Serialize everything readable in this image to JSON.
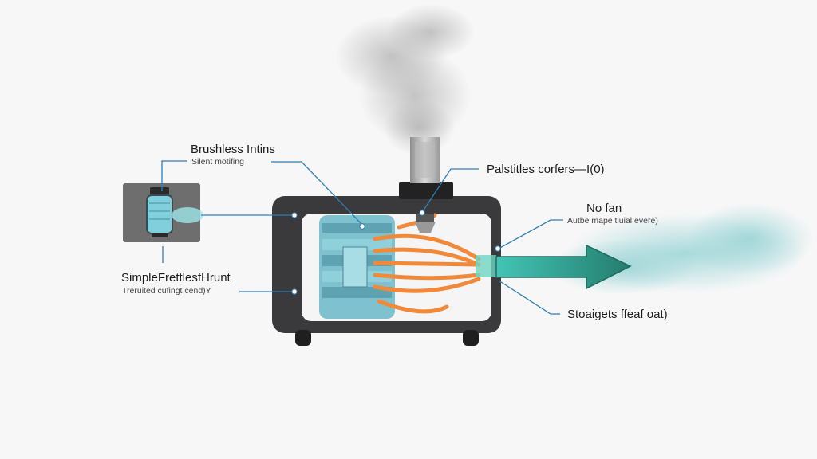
{
  "labels": {
    "brushless": {
      "title": "Brushless Intins",
      "subtitle": "Silent motifing"
    },
    "simple": {
      "title": "SimpleFrettlesfHrunt",
      "subtitle": "Treruited cufingt cend)Y"
    },
    "particles": {
      "title": "Palstitles corfers—I(0)"
    },
    "no_fan": {
      "title": "No fan",
      "subtitle": "Autbe mape tiuial evere)"
    },
    "straight": {
      "title": "Stoaigets ffeaf oat)"
    }
  },
  "colors": {
    "housing": "#3a3a3c",
    "core": "#7fc1cf",
    "heat_lines": "#f08a3a",
    "airflow_arrow": "#2f9b86",
    "leader_lines": "#2d7fb5",
    "mist": "#9fd6d7"
  },
  "icons": [
    "motor-core-icon",
    "chimney-icon",
    "nozzle-icon",
    "airflow-arrow-icon",
    "mist-icon"
  ]
}
